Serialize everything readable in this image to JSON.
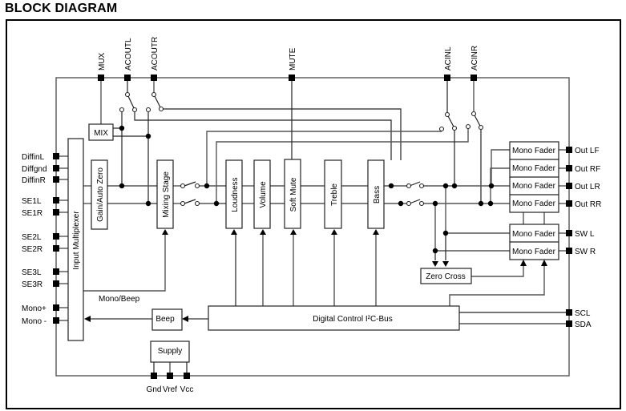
{
  "title": "BLOCK DIAGRAM",
  "top_pins": [
    "MUX",
    "ACOUTL",
    "ACOUTR",
    "MUTE",
    "ACINL",
    "ACINR"
  ],
  "left_pins": [
    "DiffinL",
    "Diffgnd",
    "DiffinR",
    "SE1L",
    "SE1R",
    "SE2L",
    "SE2R",
    "SE3L",
    "SE3R",
    "Mono+",
    "Mono -"
  ],
  "right_pins": [
    "Out LF",
    "Out RF",
    "Out LR",
    "Out RR",
    "SW L",
    "SW R",
    "SCL",
    "SDA"
  ],
  "bottom_pins": [
    "Gnd",
    "Vref",
    "Vcc"
  ],
  "blocks": {
    "mix": "MIX",
    "input_mux": "Input Multiplexer",
    "gain": "Gain/Auto Zero",
    "mixing_stage": "Mixing Stage",
    "loudness": "Loudness",
    "volume": "Volume",
    "soft_mute": "Soft Mute",
    "treble": "Treble",
    "bass": "Bass",
    "mono_fader": "Mono Fader",
    "zero_cross": "Zero Cross",
    "digital_control": "Digital Control I²C-Bus",
    "beep": "Beep",
    "supply": "Supply"
  },
  "signal_labels": {
    "mono_beep": "Mono/Beep"
  }
}
